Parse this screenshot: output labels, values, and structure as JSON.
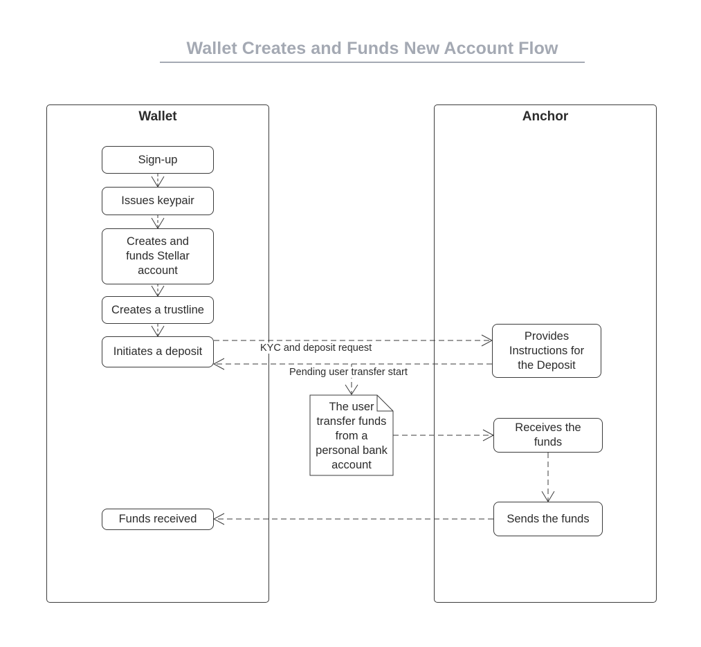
{
  "title": "Wallet Creates and Funds New Account Flow",
  "lanes": {
    "wallet": "Wallet",
    "anchor": "Anchor"
  },
  "wallet_steps": {
    "signup": "Sign-up",
    "keypair": "Issues keypair",
    "create_fund": "Creates and funds Stellar account",
    "trustline": "Creates a trustline",
    "deposit": "Initiates a deposit",
    "received": "Funds received"
  },
  "anchor_steps": {
    "instructions": "Provides Instructions for the Deposit",
    "receives": "Receives the funds",
    "sends": "Sends the funds"
  },
  "note": "The user transfer funds from a personal bank account",
  "edge_labels": {
    "kyc": "KYC and deposit request",
    "pending": "Pending user transfer start"
  }
}
